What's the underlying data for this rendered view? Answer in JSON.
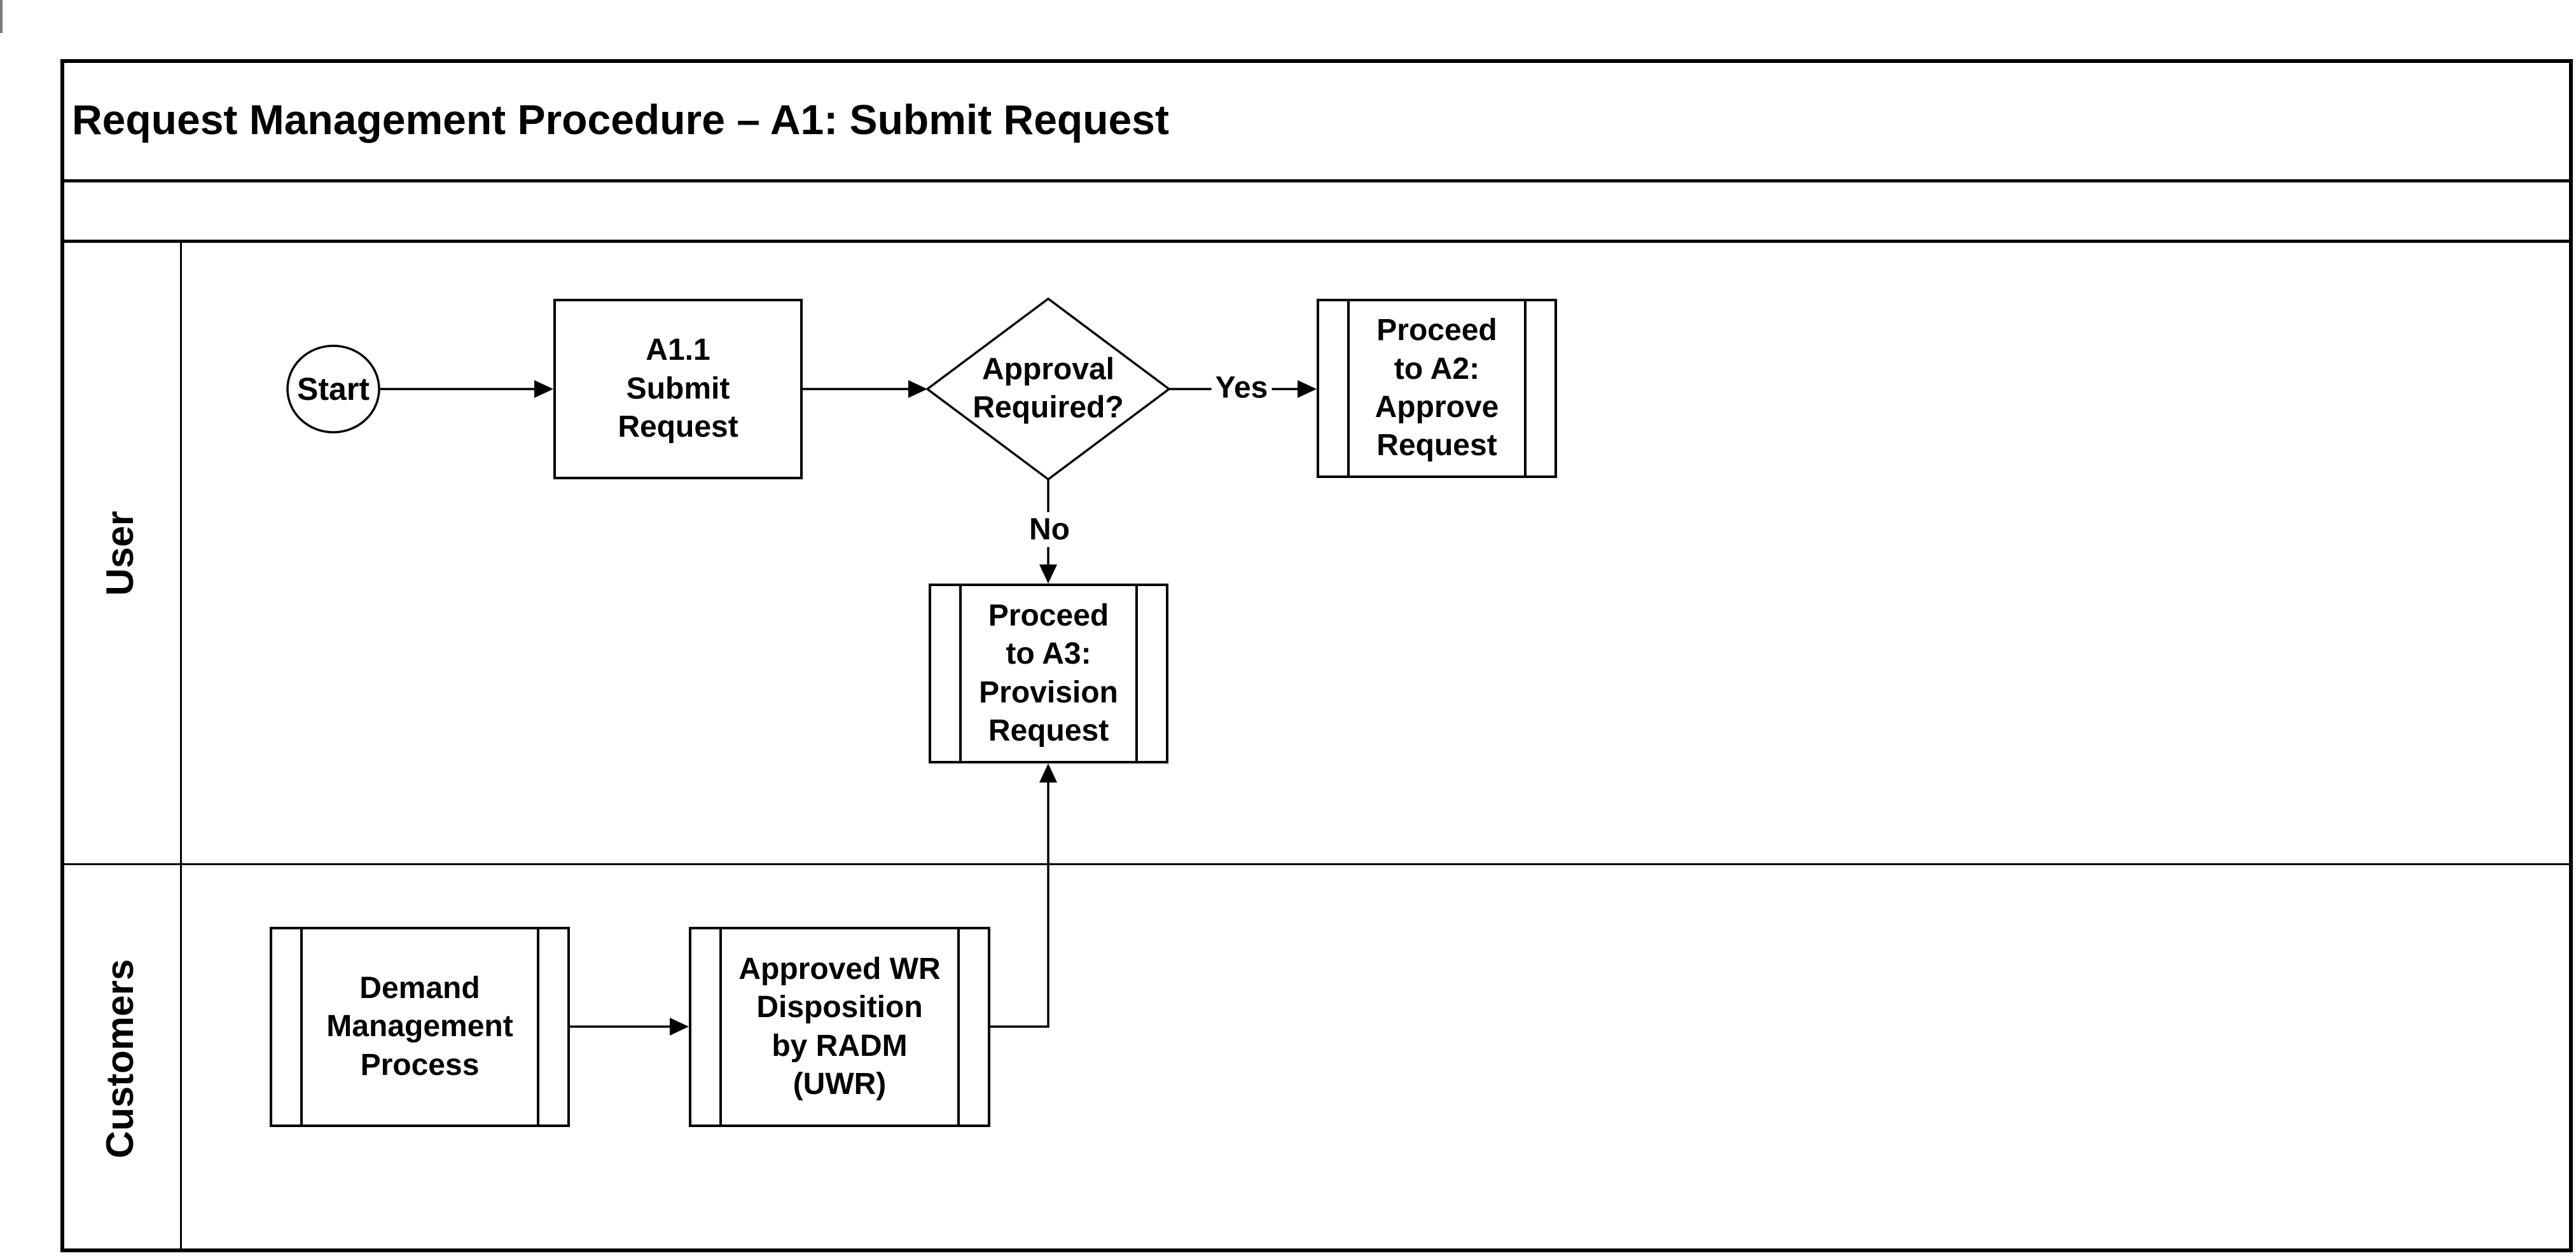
{
  "title": {
    "text": "Request Management Procedure – A1: Submit Request"
  },
  "lanes": {
    "user": "User",
    "customers": "Customers"
  },
  "nodes": {
    "start": "Start",
    "a11": "A1.1\nSubmit\nRequest",
    "decision": "Approval\nRequired?",
    "a2": "Proceed\nto A2:\nApprove\nRequest",
    "a3": "Proceed\nto A3:\nProvision\nRequest",
    "demand": "Demand\nManagement\nProcess",
    "radm": "Approved WR\nDisposition\nby RADM\n(UWR)"
  },
  "edge_labels": {
    "yes": "Yes",
    "no": "No"
  },
  "colors": {
    "ink": "#000000",
    "paper": "#ffffff",
    "artifact_gray": "#7a7a7a"
  }
}
